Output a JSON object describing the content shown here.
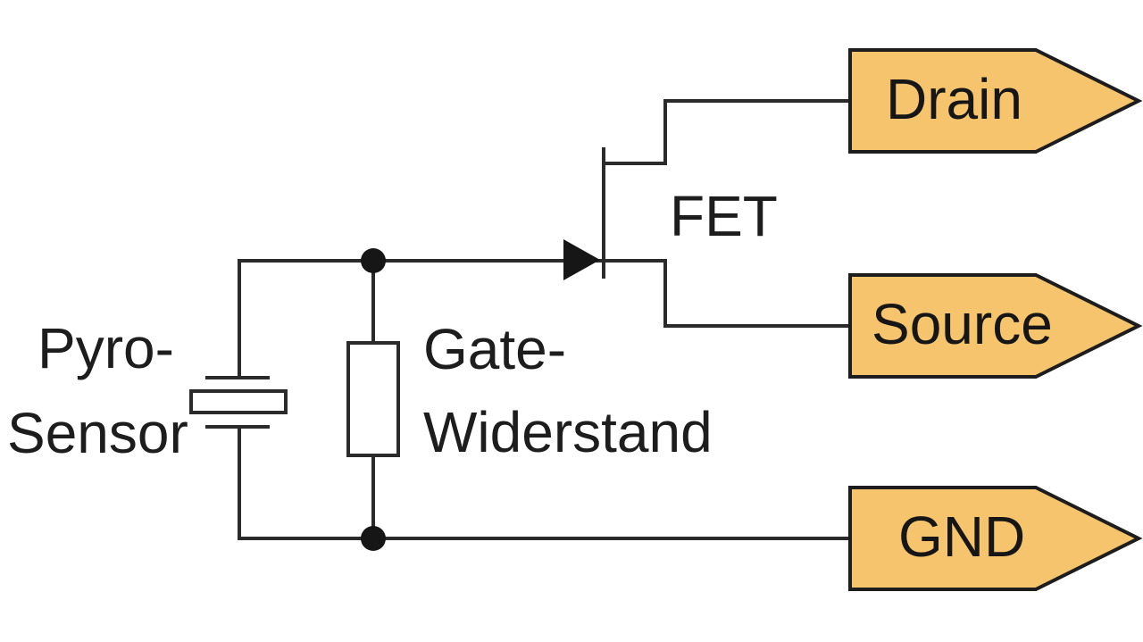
{
  "diagram": {
    "fet_label": "FET",
    "sensor_label": {
      "line1": "Pyro-",
      "line2": "Sensor"
    },
    "resistor_label": {
      "line1": "Gate-",
      "line2": "Widerstand"
    },
    "ports": {
      "drain": "Drain",
      "source": "Source",
      "gnd": "GND"
    }
  },
  "colors": {
    "port_fill": "#f5c46c",
    "wire": "#2b2b2b",
    "background": "#ffffff"
  }
}
